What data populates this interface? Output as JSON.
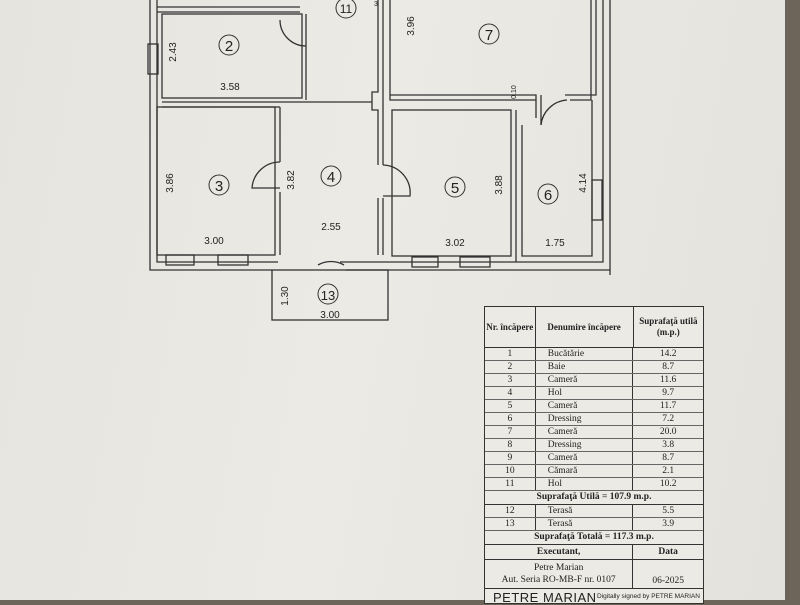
{
  "plan": {
    "rooms": [
      {
        "number": "2",
        "dims": [
          "2.43",
          "3.58"
        ]
      },
      {
        "number": "3",
        "dims": [
          "3.86",
          "3.00"
        ]
      },
      {
        "number": "4",
        "dims": [
          "3.82",
          "2.55"
        ]
      },
      {
        "number": "5",
        "dims": [
          "3.88",
          "3.02"
        ]
      },
      {
        "number": "6",
        "dims": [
          "4.14",
          "1.75"
        ]
      },
      {
        "number": "7",
        "dims": [
          "3.96"
        ]
      },
      {
        "number": "11",
        "dims": []
      },
      {
        "number": "13",
        "dims": [
          "1.30",
          "3.00"
        ]
      }
    ],
    "extra_dims": [
      "0.10",
      "3"
    ]
  },
  "table": {
    "headers": {
      "nr": "Nr. încăpere",
      "name": "Denumire încăpere",
      "area": "Suprafaţă utilă (m.p.)"
    },
    "rows": [
      {
        "nr": "1",
        "name": "Bucătărie",
        "area": "14.2"
      },
      {
        "nr": "2",
        "name": "Baie",
        "area": "8.7"
      },
      {
        "nr": "3",
        "name": "Cameră",
        "area": "11.6"
      },
      {
        "nr": "4",
        "name": "Hol",
        "area": "9.7"
      },
      {
        "nr": "5",
        "name": "Cameră",
        "area": "11.7"
      },
      {
        "nr": "6",
        "name": "Dressing",
        "area": "7.2"
      },
      {
        "nr": "7",
        "name": "Cameră",
        "area": "20.0"
      },
      {
        "nr": "8",
        "name": "Dressing",
        "area": "3.8"
      },
      {
        "nr": "9",
        "name": "Cameră",
        "area": "8.7"
      },
      {
        "nr": "10",
        "name": "Cămară",
        "area": "2.1"
      },
      {
        "nr": "11",
        "name": "Hol",
        "area": "10.2"
      }
    ],
    "useful_total": "Suprafaţă Utilă = 107.9 m.p.",
    "terrace_rows": [
      {
        "nr": "12",
        "name": "Terasă",
        "area": "5.5"
      },
      {
        "nr": "13",
        "name": "Terasă",
        "area": "3.9"
      }
    ],
    "grand_total": "Suprafaţă Totală = 117.3 m.p.",
    "executor_label": "Executant,",
    "date_label": "Data",
    "executor_name": "Petre Marian",
    "executor_auth": "Aut. Seria RO-MB-F nr. 0107",
    "date": "06-2025"
  },
  "stamp": {
    "name": "PETRE MARIAN",
    "digital": "Digitally signed by PETRE MARIAN"
  }
}
